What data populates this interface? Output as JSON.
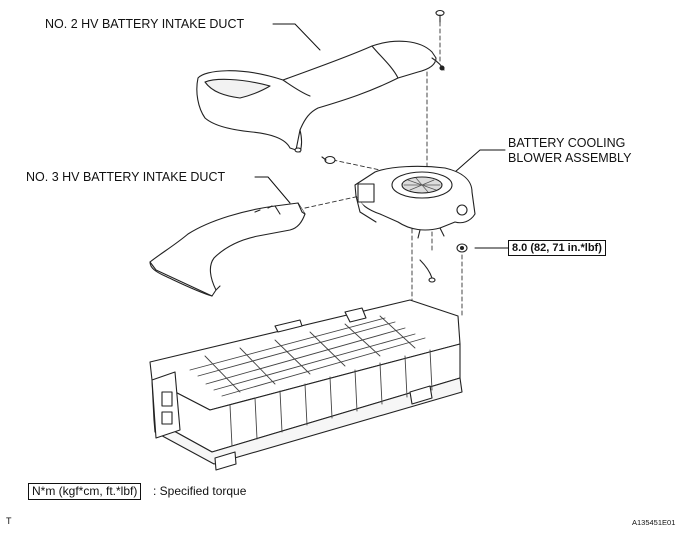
{
  "labels": {
    "duct2": "NO. 2 HV BATTERY INTAKE DUCT",
    "duct3": "NO. 3 HV BATTERY INTAKE DUCT",
    "blower_line1": "BATTERY COOLING",
    "blower_line2": "BLOWER ASSEMBLY",
    "torque_value": "8.0 (82, 71 in.*lbf)"
  },
  "legend": {
    "units": "N*m (kgf*cm, ft.*lbf)",
    "meaning": ": Specified torque"
  },
  "footer": {
    "corner_mark": "T",
    "figure_id": "A135451E01"
  }
}
